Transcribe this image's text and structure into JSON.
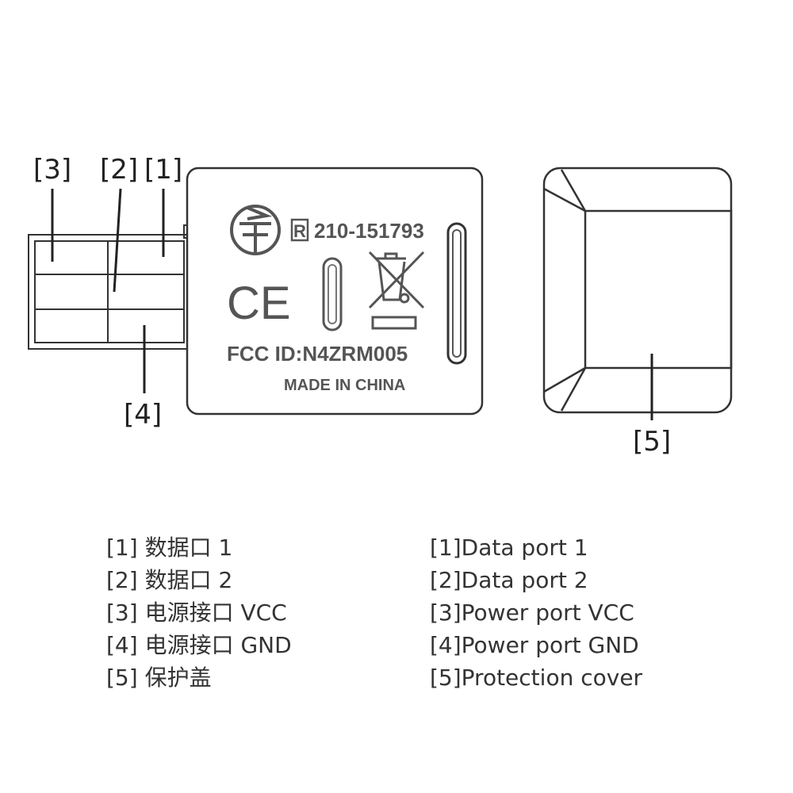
{
  "device": {
    "cert_number": "210-151793",
    "r_mark": "R",
    "ce_mark": "CE",
    "fcc_id": "FCC ID:N4ZRM005",
    "origin": "MADE IN CHINA"
  },
  "callouts": {
    "c1": "[1]",
    "c2": "[2]",
    "c3": "[3]",
    "c4": "[4]",
    "c5": "[5]"
  },
  "legend_cn": [
    "[1] 数据口 1",
    "[2] 数据口 2",
    "[3] 电源接口 VCC",
    "[4] 电源接口 GND",
    "[5] 保护盖"
  ],
  "legend_en": [
    "[1]Data port 1",
    "[2]Data port 2",
    "[3]Power port VCC",
    "[4]Power port GND",
    "[5]Protection cover"
  ],
  "colors": {
    "line": "#333333",
    "text": "#333333",
    "background": "#ffffff"
  }
}
